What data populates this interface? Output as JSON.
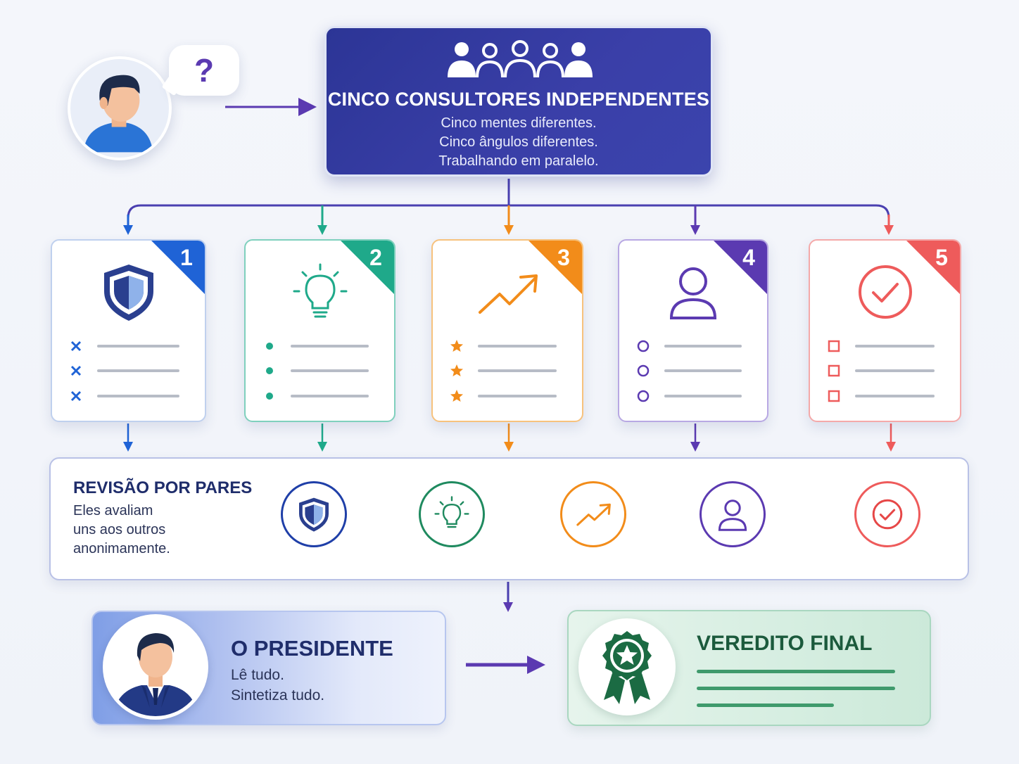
{
  "consultants": {
    "title": "CINCO CONSULTORES INDEPENDENTES",
    "lines": [
      "Cinco mentes diferentes.",
      "Cinco ângulos diferentes.",
      "Trabalhando em paralelo."
    ]
  },
  "user": {
    "question_mark": "?"
  },
  "cards": [
    {
      "number": "1",
      "color": "#1f63d6",
      "icon": "shield-icon",
      "marker": "x-mark"
    },
    {
      "number": "2",
      "color": "#1fa98a",
      "icon": "lightbulb-icon",
      "marker": "dot"
    },
    {
      "number": "3",
      "color": "#f28c1a",
      "icon": "trend-up-arrow-icon",
      "marker": "star"
    },
    {
      "number": "4",
      "color": "#5b3ab1",
      "icon": "user-icon",
      "marker": "circle"
    },
    {
      "number": "5",
      "color": "#ee5b5b",
      "icon": "check-circle-icon",
      "marker": "square"
    }
  ],
  "peer_review": {
    "title": "REVISÃO POR PARES",
    "lines": [
      "Eles avaliam",
      "uns aos outros",
      "anonimamente."
    ]
  },
  "president": {
    "title": "O PRESIDENTE",
    "lines": [
      "Lê tudo.",
      "Sintetiza tudo."
    ]
  },
  "verdict": {
    "title": "VEREDITO FINAL"
  },
  "colors": {
    "accent": "#3b3fa6",
    "arrow": "#5b3ab1",
    "verdict": "#1b6b43"
  }
}
